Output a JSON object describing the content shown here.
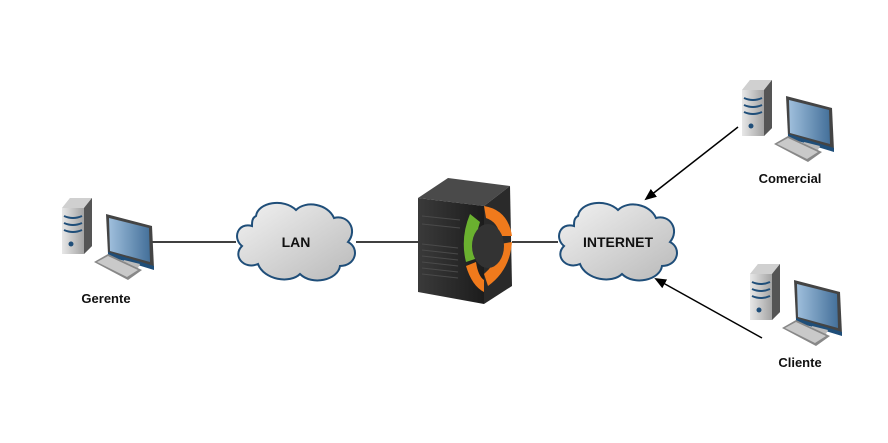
{
  "diagram": {
    "nodes": {
      "gerente": {
        "label": "Gerente",
        "type": "workstation"
      },
      "lan": {
        "label": "LAN",
        "type": "cloud"
      },
      "server": {
        "label": "",
        "type": "server"
      },
      "internet": {
        "label": "INTERNET",
        "type": "cloud"
      },
      "comercial": {
        "label": "Comercial",
        "type": "workstation"
      },
      "cliente": {
        "label": "Cliente",
        "type": "workstation"
      }
    },
    "edges": [
      {
        "from": "gerente",
        "to": "lan",
        "arrow": false
      },
      {
        "from": "lan",
        "to": "server",
        "arrow": false
      },
      {
        "from": "server",
        "to": "internet",
        "arrow": false
      },
      {
        "from": "comercial",
        "to": "internet",
        "arrow": true
      },
      {
        "from": "cliente",
        "to": "internet",
        "arrow": true
      }
    ],
    "colors": {
      "cloud_stroke": "#1f4e79",
      "server_green": "#6ab12f",
      "server_orange": "#f07a1c",
      "server_body": "#2b2b2b",
      "monitor_screen": "#5f8bb0"
    }
  }
}
